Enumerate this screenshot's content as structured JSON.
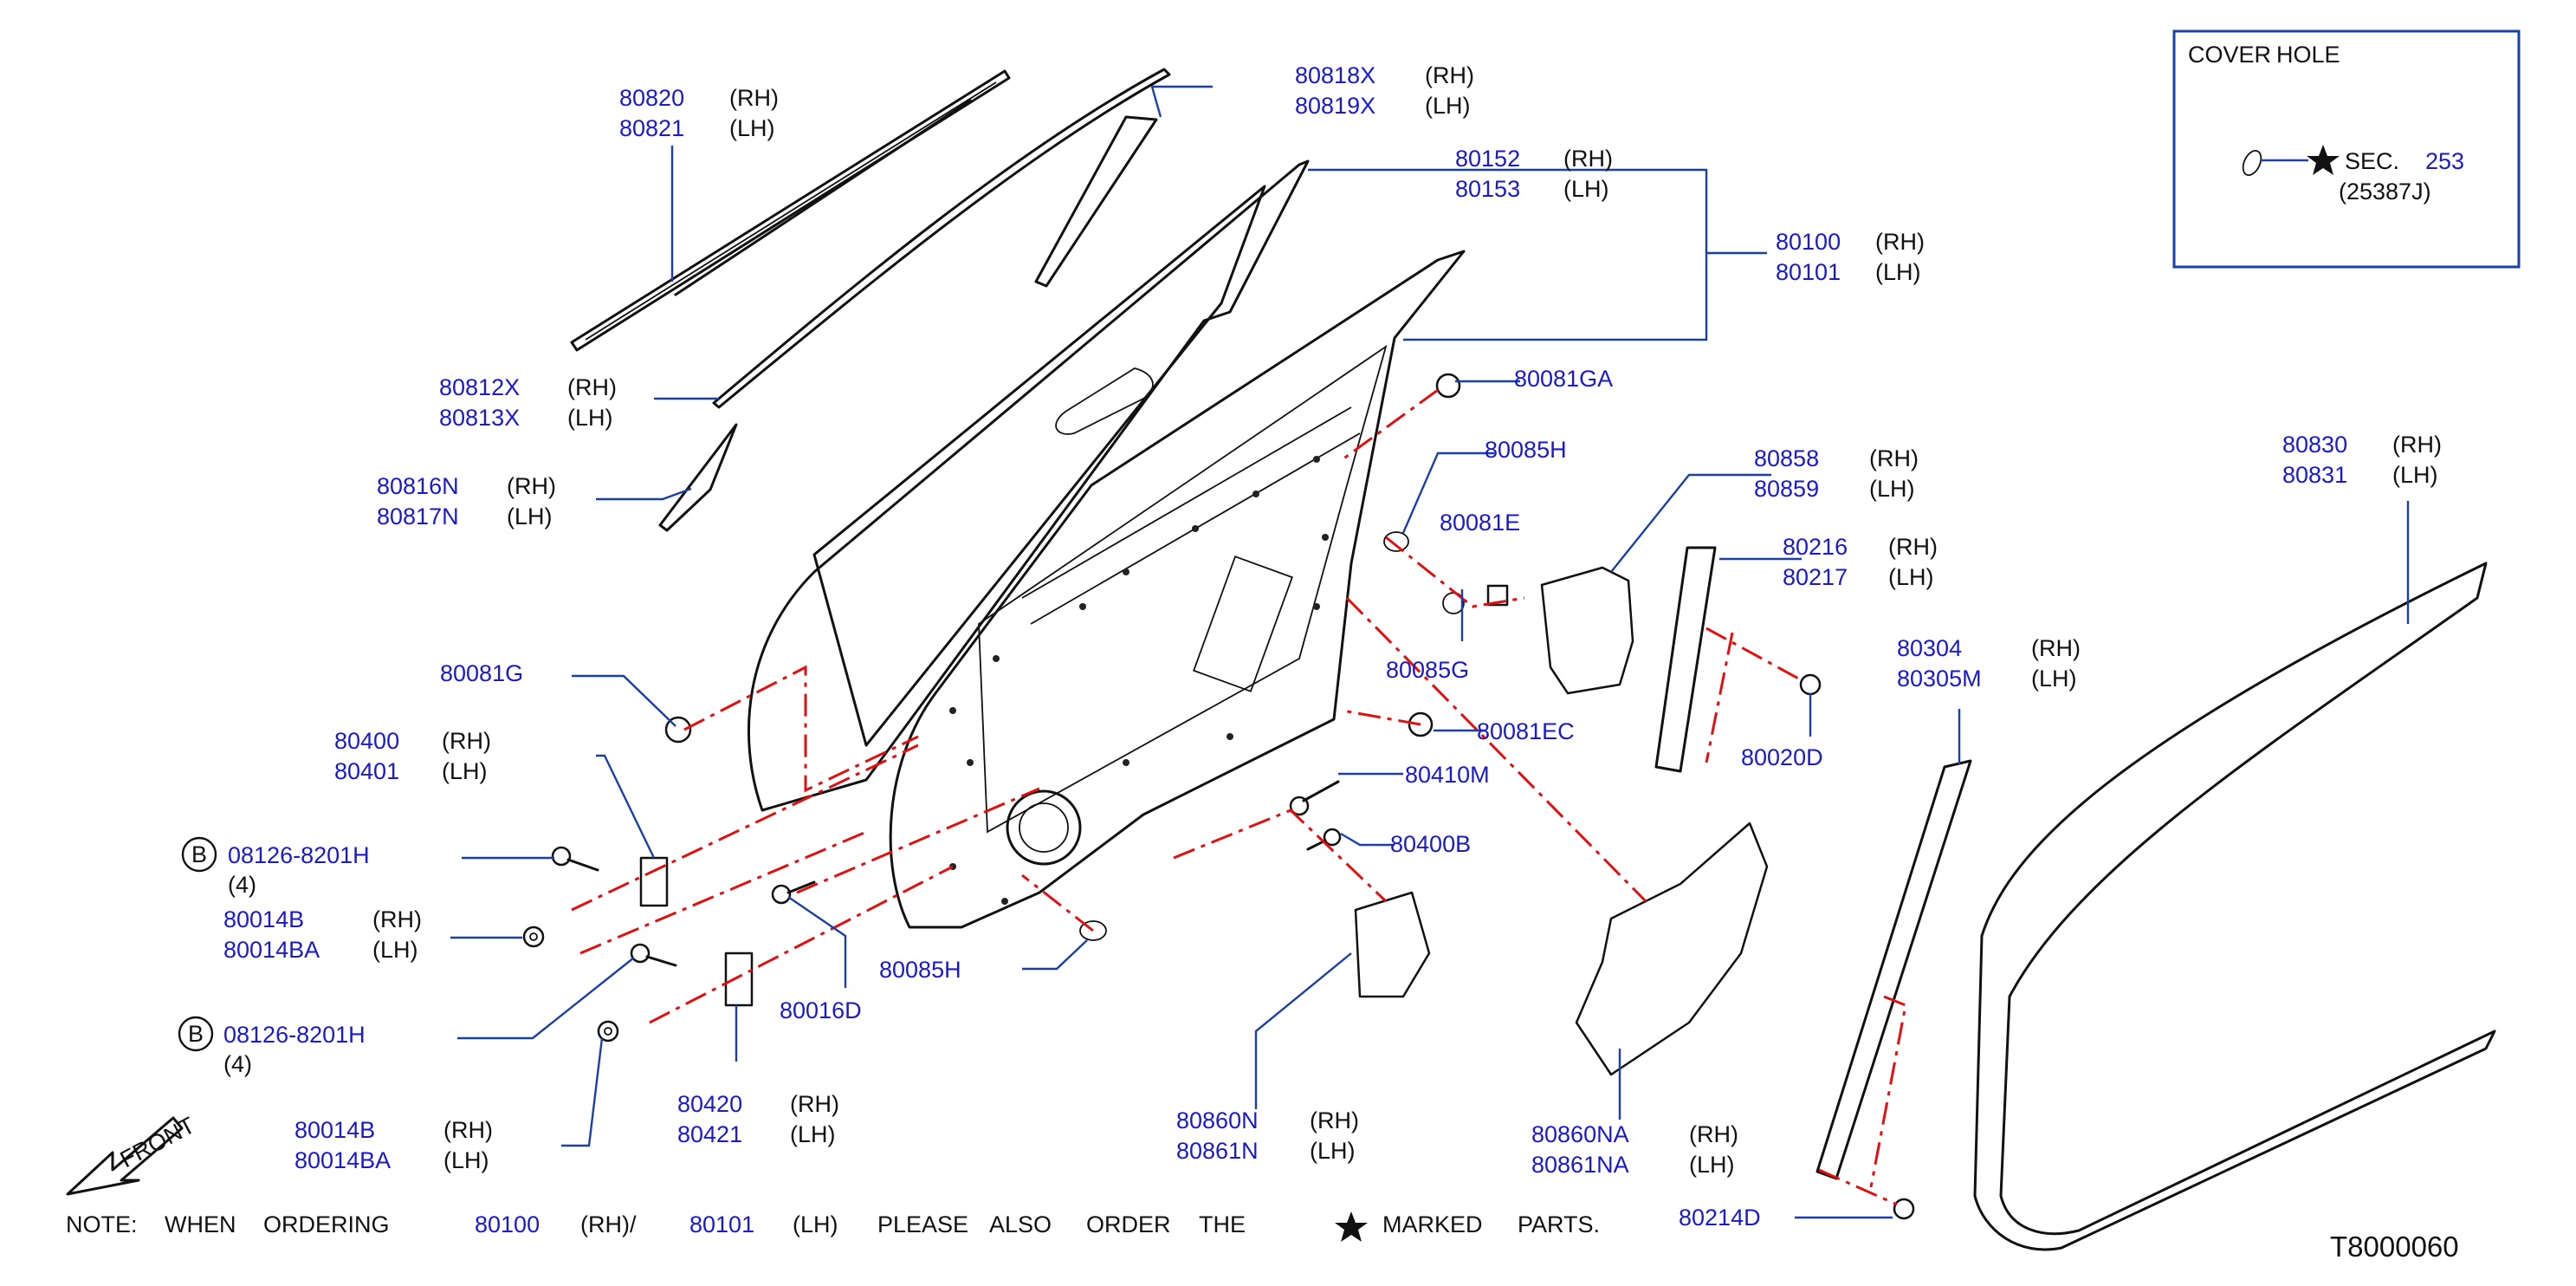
{
  "diagram_code": "T8000060",
  "cover_hole": {
    "title_a": "COVER",
    "title_b": "HOLE",
    "sec_label": "SEC.",
    "sec_number": "253",
    "sec_part": "(25387J)"
  },
  "note": {
    "prefix": "NOTE:",
    "w1": "WHEN",
    "w2": "ORDERING",
    "part_rh": "80100",
    "side_rh": "(RH)/",
    "part_lh": "80101",
    "side_lh": "(LH)",
    "w3": "PLEASE",
    "w4": "ALSO",
    "w5": "ORDER",
    "w6": "THE",
    "w7": "MARKED",
    "w8": "PARTS."
  },
  "front": "FRONT",
  "callout_b": "B",
  "labels": {
    "p80820": "80820",
    "p80821": "80821",
    "p80818x": "80818X",
    "p80819x": "80819X",
    "p80152": "80152",
    "p80153": "80153",
    "p80100": "80100",
    "p80101": "80101",
    "p80812x": "80812X",
    "p80813x": "80813X",
    "p80816n": "80816N",
    "p80817n": "80817N",
    "p80081ga": "80081GA",
    "p80085h_a": "80085H",
    "p80081e": "80081E",
    "p80085g": "80085G",
    "p80858": "80858",
    "p80859": "80859",
    "p80216": "80216",
    "p80217": "80217",
    "p80830": "80830",
    "p80831": "80831",
    "p80081g": "80081G",
    "p80400": "80400",
    "p80401": "80401",
    "p08126_a": "08126-8201H",
    "qty_a": "(4)",
    "p80014b_a": "80014B",
    "p80014ba_a": "80014BA",
    "p08126_b": "08126-8201H",
    "qty_b": "(4)",
    "p80014b_b": "80014B",
    "p80014ba_b": "80014BA",
    "p80016d": "80016D",
    "p80085h_b": "80085H",
    "p80420": "80420",
    "p80421": "80421",
    "p80081ec": "80081EC",
    "p80410m": "80410M",
    "p80400b": "80400B",
    "p80020d": "80020D",
    "p80304": "80304",
    "p80305m": "80305M",
    "p80860n": "80860N",
    "p80861n": "80861N",
    "p80860na": "80860NA",
    "p80861na": "80861NA",
    "p80214d": "80214D"
  },
  "sides": {
    "rh": "(RH)",
    "lh": "(LH)"
  }
}
